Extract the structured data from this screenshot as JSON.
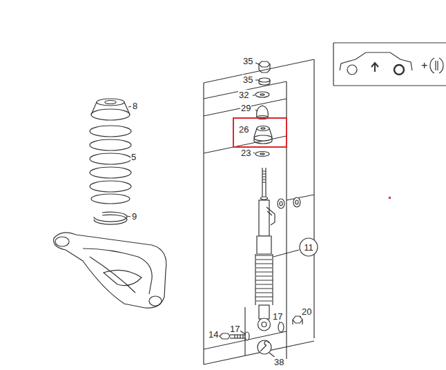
{
  "diagram": {
    "nodes": [
      {
        "text": [
          "26"
        ]
      },
      {
        "text": [
          "11"
        ]
      }
    ],
    "labels": [
      "35",
      "35",
      "32",
      "29",
      "23",
      "8",
      "5",
      "9",
      "14",
      "17",
      "17",
      "20",
      "38",
      "+"
    ]
  }
}
